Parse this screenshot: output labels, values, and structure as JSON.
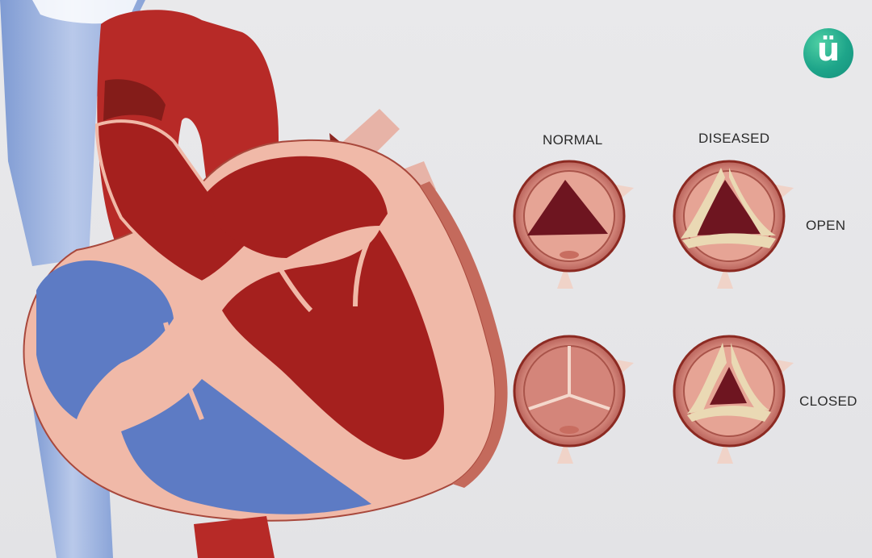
{
  "labels": {
    "normal": "NORMAL",
    "diseased": "DISEASED",
    "open": "OPEN",
    "closed": "CLOSED"
  },
  "logo": {
    "icon": "brand-logo-icon",
    "text": "ü"
  },
  "colors": {
    "background": "#e6e6e8",
    "oxygenated": "#a8201f",
    "deoxygenated": "#5d7bc4",
    "wall": "#f0b9a8",
    "logo": "#1ea58a"
  },
  "panels": [
    {
      "id": "normal-open",
      "state": "normal",
      "position": "open"
    },
    {
      "id": "diseased-open",
      "state": "diseased",
      "position": "open"
    },
    {
      "id": "normal-closed",
      "state": "normal",
      "position": "closed"
    },
    {
      "id": "diseased-closed",
      "state": "diseased",
      "position": "closed"
    }
  ]
}
